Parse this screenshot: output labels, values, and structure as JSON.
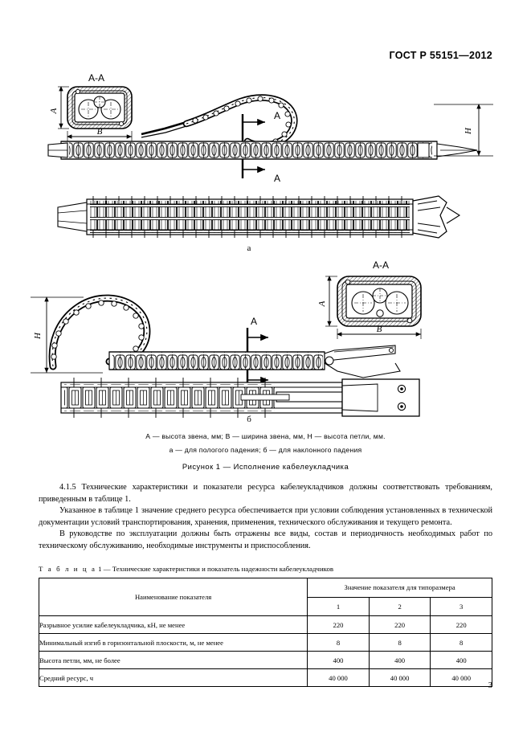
{
  "header": {
    "standard": "ГОСТ Р 55151—2012"
  },
  "figure": {
    "section_label": "А-А",
    "dim_a": "А",
    "dim_b": "В",
    "dim_h": "H",
    "cut_label": "А",
    "sub_a": "а",
    "sub_b": "б",
    "legend_line1": "А — высота звена, мм; В — ширина звена, мм, H — высота петли, мм.",
    "legend_line2": "а — для пологого падения; б — для наклонного падения",
    "title": "Рисунок  1 — Исполнение кабелеукладчика"
  },
  "body": {
    "para1": "4.1.5  Технические характеристики и показатели ресурса кабелеукладчиков должны соответствовать требованиям, приведенным в таблице 1.",
    "para2": "Указанное в таблице 1 значение среднего ресурса обеспечивается при условии соблюдения установленных в технической документации условий транспортирования, хранения, применения, технического обслуживания и текущего ремонта.",
    "para3": "В руководстве по эксплуатации должны быть отражены все виды, состав и периодичность необходимых работ по техническому обслуживанию, необходимые инструменты и приспособления."
  },
  "table": {
    "caption_prefix": "Т а б л и ц а",
    "caption_rest": "1 — Технические характеристики и показатель надежности кабелеукладчиков",
    "header_name": "Наименование показателя",
    "header_group": "Значение показателя для типоразмера",
    "size_columns": [
      "1",
      "2",
      "3"
    ],
    "rows": [
      {
        "label": "Разрывное усилие кабелеукладчика, кН, не менее",
        "values": [
          "220",
          "220",
          "220"
        ]
      },
      {
        "label": "Минимальный изгиб в горизонтальной плоскости, м, не менее",
        "values": [
          "8",
          "8",
          "8"
        ]
      },
      {
        "label": "Высота петли, мм, не более",
        "values": [
          "400",
          "400",
          "400"
        ]
      },
      {
        "label": "Средний ресурс, ч",
        "values": [
          "40 000",
          "40 000",
          "40 000"
        ]
      }
    ]
  },
  "footer": {
    "page_number": "3"
  }
}
